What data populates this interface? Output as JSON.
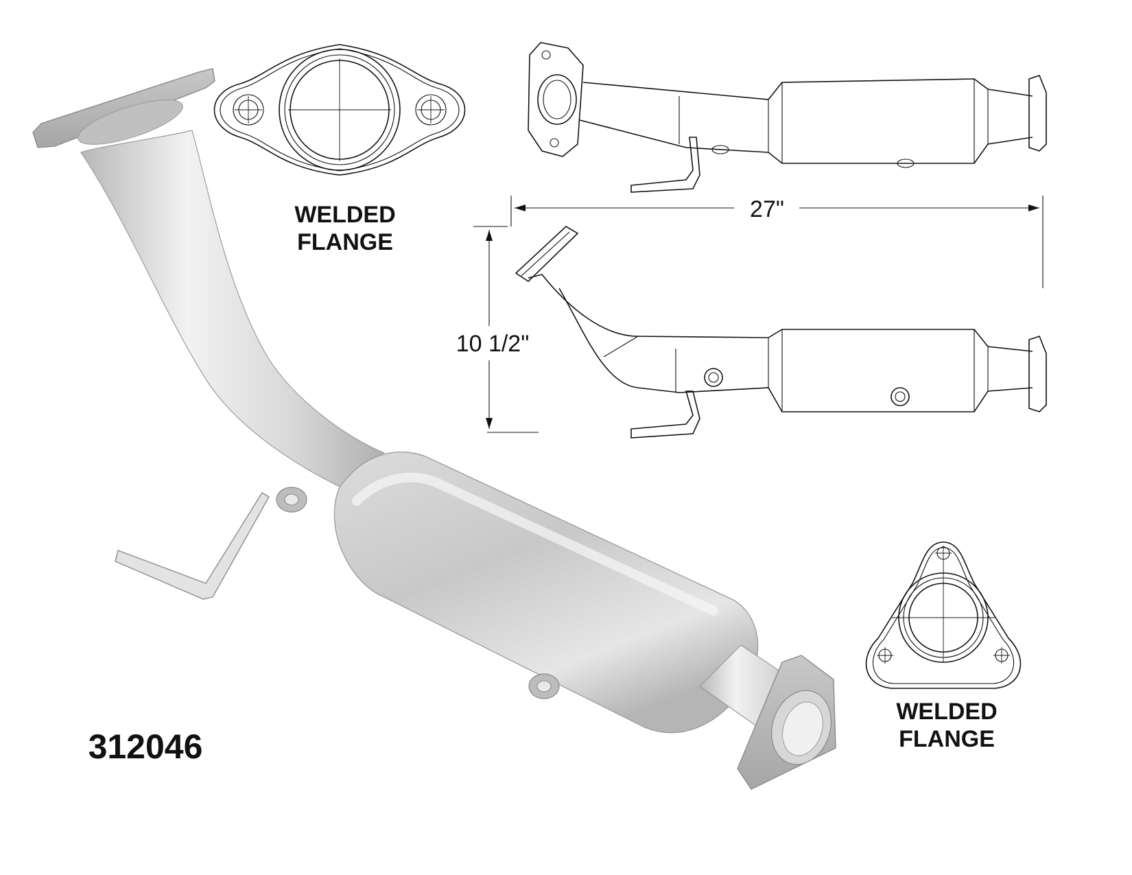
{
  "part_number": "312046",
  "flange_top": {
    "label_line1": "WELDED",
    "label_line2": "FLANGE"
  },
  "flange_bottom": {
    "label_line1": "WELDED",
    "label_line2": "FLANGE"
  },
  "dimensions": {
    "length": "27\"",
    "height": "10 1/2\""
  },
  "colors": {
    "part_fill": "#d9d9d9",
    "part_highlight": "#f4f4f4",
    "part_shadow": "#a9a9a9",
    "line": "#111111"
  }
}
